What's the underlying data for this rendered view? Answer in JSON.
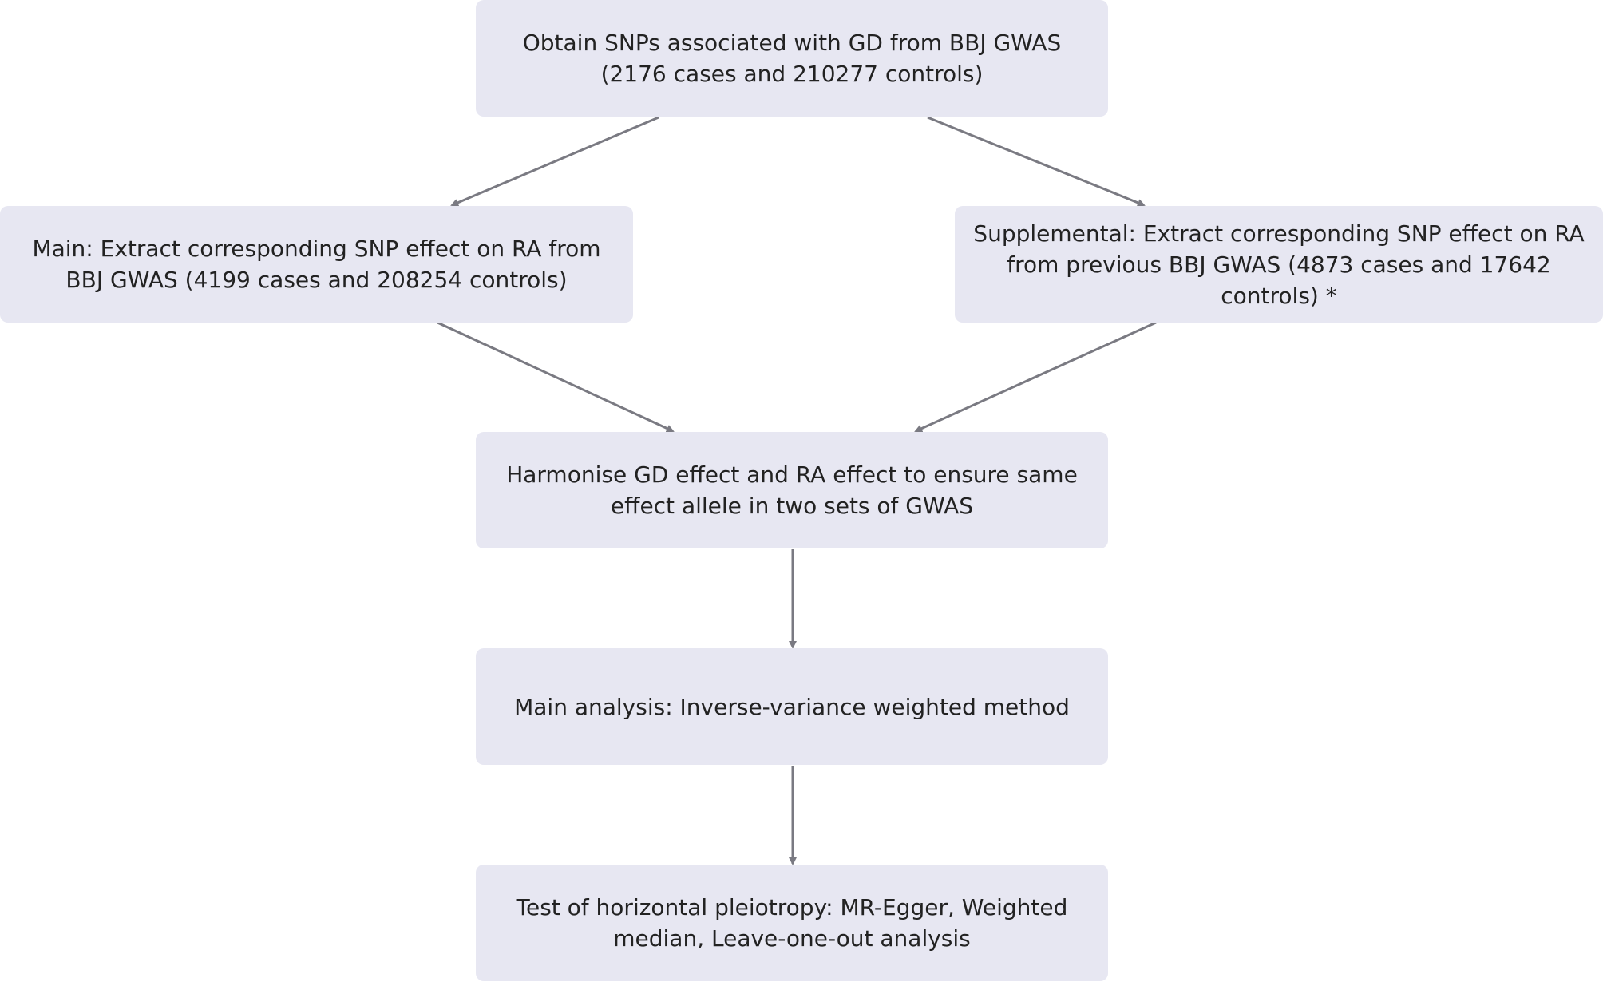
{
  "nodes": {
    "obtain_snps": "Obtain SNPs associated with GD from BBJ GWAS (2176 cases and 210277 controls)",
    "main_extract": "Main: Extract corresponding SNP effect on RA from BBJ GWAS (4199 cases and 208254 controls)",
    "supplemental_extract": "Supplemental: Extract corresponding SNP effect on RA from previous BBJ GWAS (4873 cases and 17642 controls) *",
    "harmonise": "Harmonise GD effect and RA effect to ensure same effect allele in two sets of GWAS",
    "main_analysis": "Main analysis: Inverse-variance weighted method",
    "pleiotropy_test": "Test of horizontal pleiotropy: MR-Egger, Weighted median, Leave-one-out analysis"
  },
  "edges": [
    {
      "from": "obtain_snps",
      "to": "main_extract"
    },
    {
      "from": "obtain_snps",
      "to": "supplemental_extract"
    },
    {
      "from": "main_extract",
      "to": "harmonise"
    },
    {
      "from": "supplemental_extract",
      "to": "harmonise"
    },
    {
      "from": "harmonise",
      "to": "main_analysis"
    },
    {
      "from": "main_analysis",
      "to": "pleiotropy_test"
    }
  ],
  "colors": {
    "node_fill": "#e7e7f2",
    "arrow": "#7a7a82",
    "text": "#222222"
  }
}
